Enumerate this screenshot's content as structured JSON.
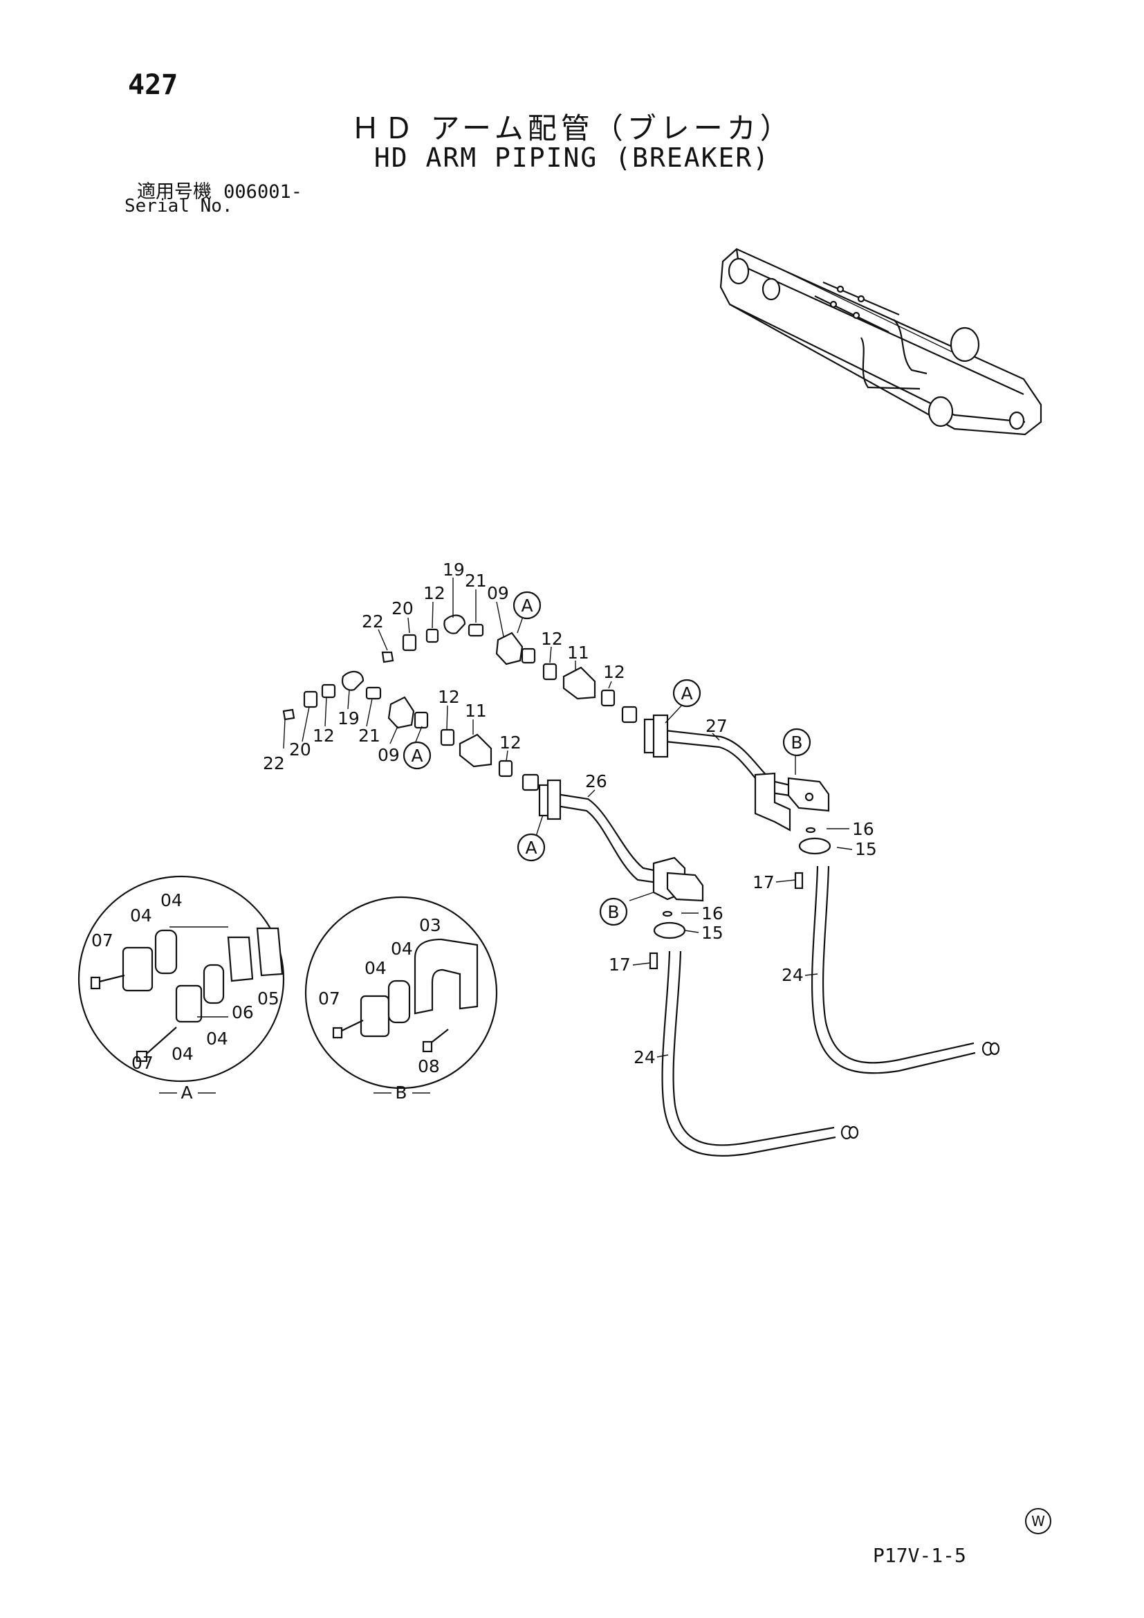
{
  "header": {
    "page_number": "427",
    "title_jp": "ＨＤ アーム配管（ブレーカ）",
    "title_en": "HD ARM PIPING (BREAKER)",
    "serial_label_jp": "適用号機",
    "serial_value": "006001-",
    "serial_label_en": "Serial No."
  },
  "footer": {
    "reference_code": "P17V-1-5",
    "watermark": "W"
  },
  "callouts": {
    "a": "A",
    "b": "B"
  },
  "part_labels": {
    "p03": "03",
    "p04": "04",
    "p05": "05",
    "p06": "06",
    "p07": "07",
    "p08": "08",
    "p09": "09",
    "p11": "11",
    "p12": "12",
    "p15": "15",
    "p16": "16",
    "p17": "17",
    "p19": "19",
    "p20": "20",
    "p21": "21",
    "p22": "22",
    "p24": "24",
    "p26": "26",
    "p27": "27"
  }
}
